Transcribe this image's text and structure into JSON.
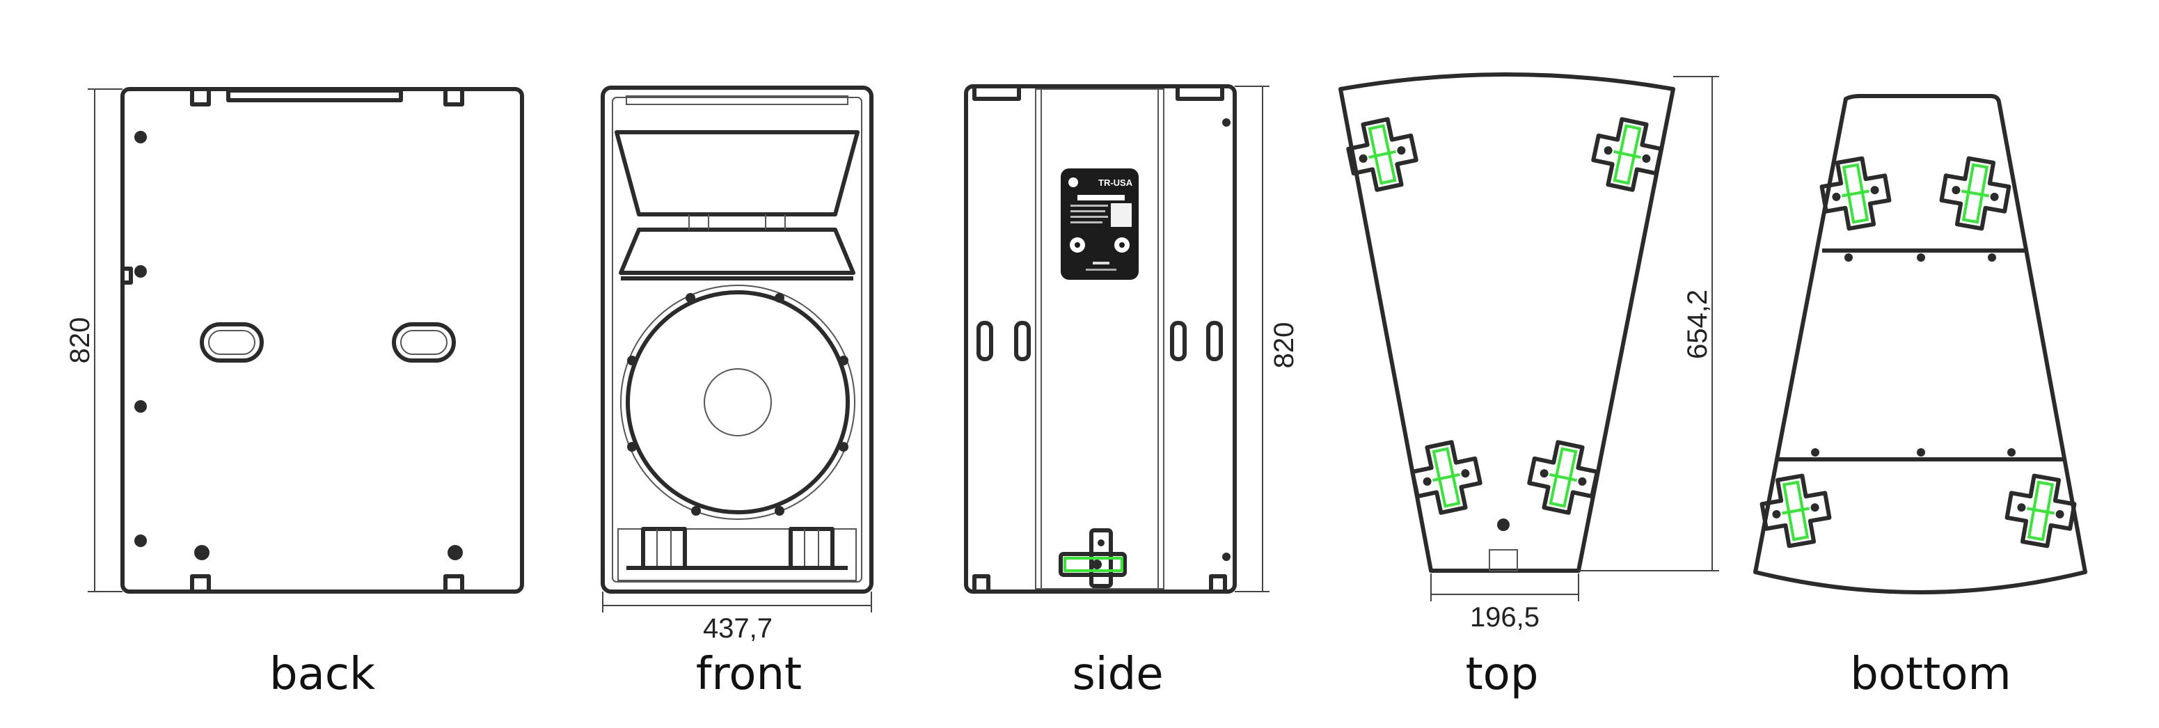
{
  "views": {
    "back": {
      "label": "back",
      "height_dim": "820"
    },
    "front": {
      "label": "front",
      "width_dim": "437,7"
    },
    "side": {
      "label": "side",
      "height_dim": "820",
      "plate_title": "TR-USA"
    },
    "top": {
      "label": "top",
      "depth_dim": "654,2",
      "width_dim": "196,5"
    },
    "bottom": {
      "label": "bottom"
    }
  },
  "colors": {
    "line": "#2b2b2b",
    "rigging_highlight": "#33e833",
    "background": "#ffffff"
  }
}
